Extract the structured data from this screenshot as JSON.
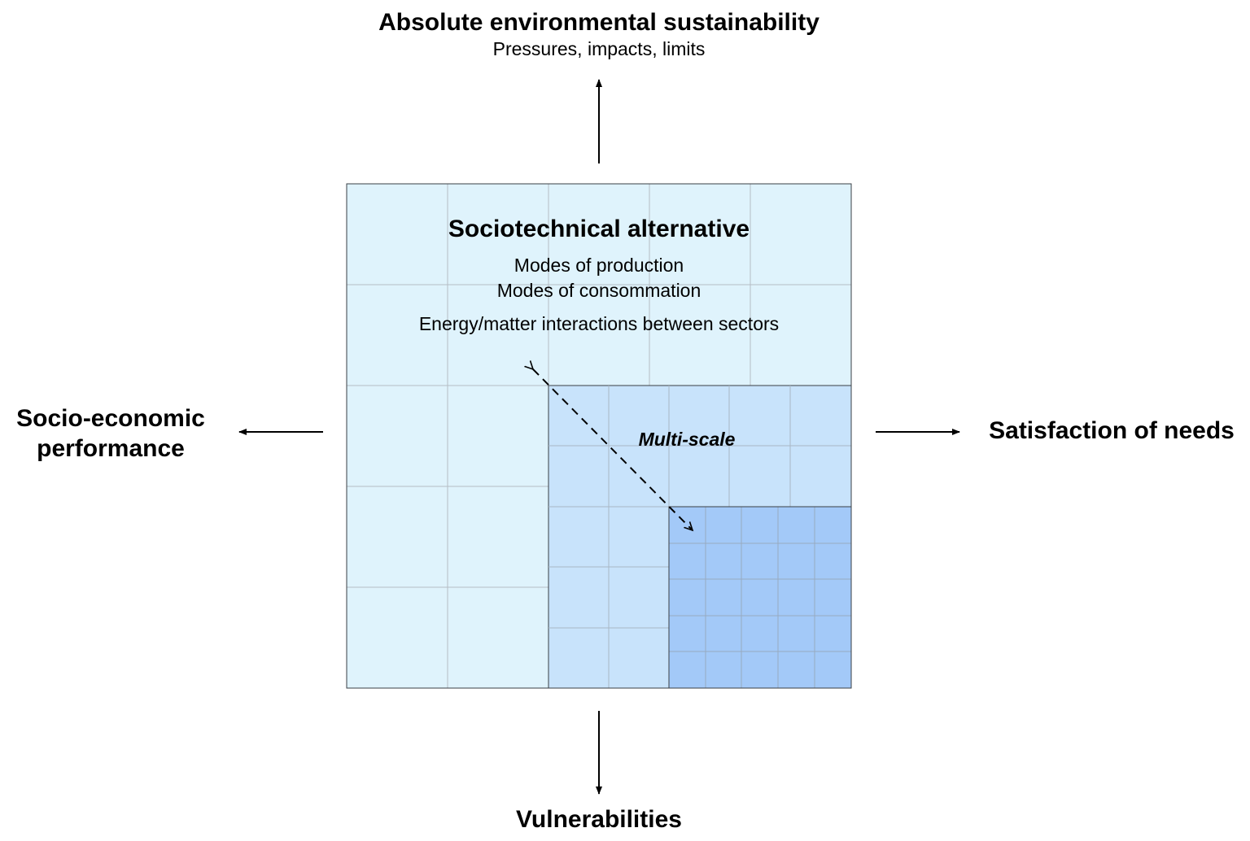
{
  "top": {
    "title": "Absolute environmental sustainability",
    "subtitle": "Pressures, impacts, limits"
  },
  "center": {
    "title": "Sociotechnical alternative",
    "lines": [
      "Modes of production",
      "Modes of consommation",
      "Energy/matter interactions between sectors"
    ],
    "multi_scale_label": "Multi-scale"
  },
  "left": {
    "label_line1": "Socio-economic",
    "label_line2": "performance"
  },
  "right": {
    "label": "Satisfaction of needs"
  },
  "bottom": {
    "label": "Vulnerabilities"
  },
  "colors": {
    "outer_fill": "#dff3fc",
    "middle_fill": "#c8e3fb",
    "inner_fill": "#a3c9f8",
    "grid_line": "#b5bcc4",
    "border": "#3a3f45",
    "arrow": "#000000"
  }
}
